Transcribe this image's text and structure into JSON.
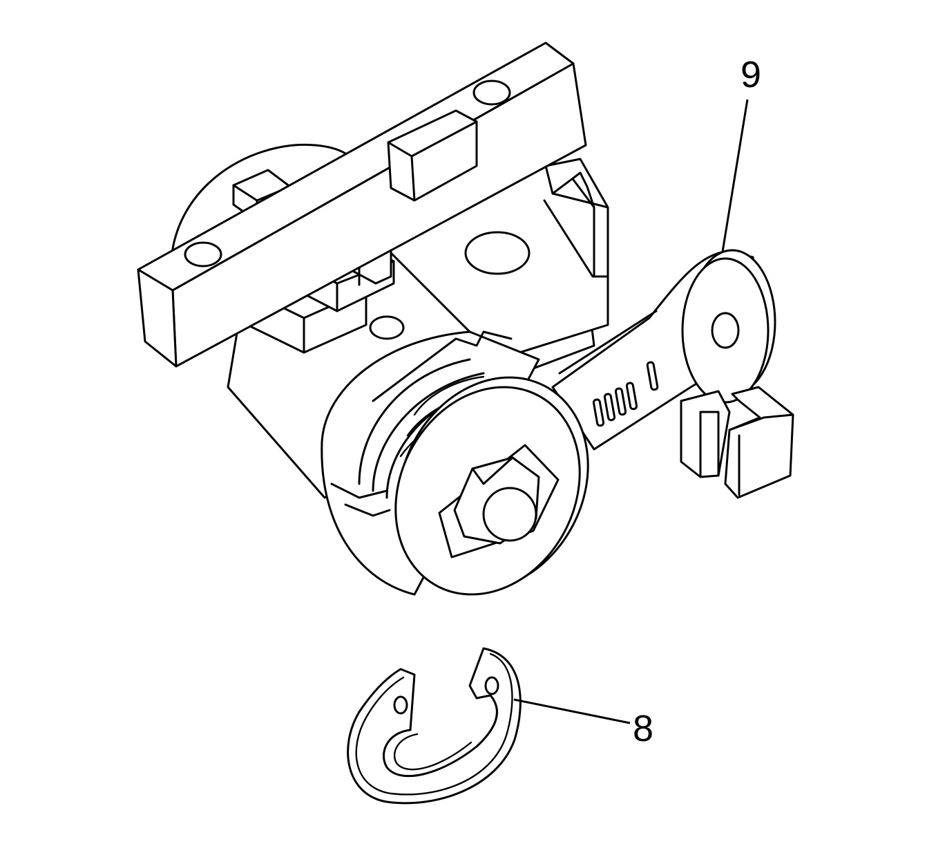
{
  "figure": {
    "colors": {
      "line": "#000000",
      "background": "#ffffff"
    },
    "callouts": [
      {
        "id": "callout-9",
        "label": "9",
        "part": "lock-cylinder-lever"
      },
      {
        "id": "callout-8",
        "label": "8",
        "part": "retaining-clip"
      }
    ]
  }
}
